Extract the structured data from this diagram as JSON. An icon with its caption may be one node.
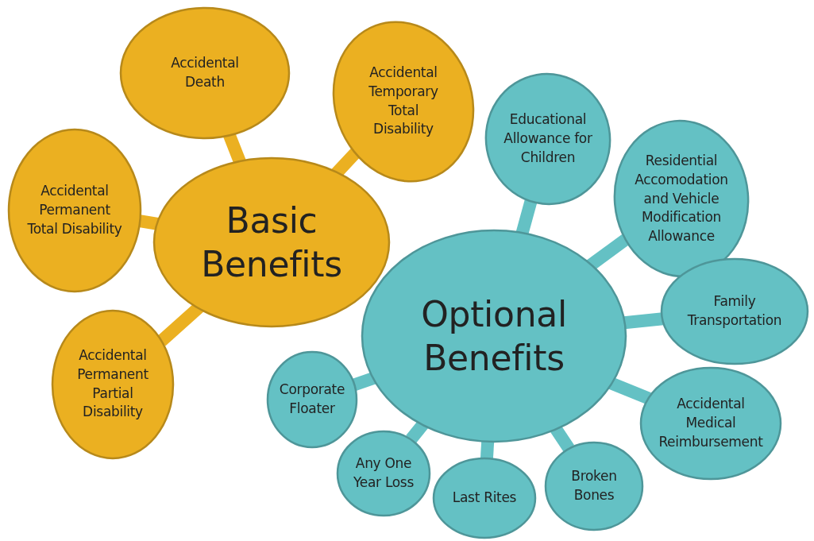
{
  "diagram": {
    "nodes": [
      {
        "text": [
          "Basic Benefits"
        ]
      },
      {
        "text": [
          "Accidental Death"
        ]
      },
      {
        "text": [
          "Accidental Temporary Total Disability"
        ]
      },
      {
        "text": [
          "Accidental Permanent Total Disability"
        ]
      },
      {
        "text": [
          "Accidental Permanent Partial Disability"
        ]
      },
      {
        "text": [
          "Optional Benefits"
        ]
      },
      {
        "text": [
          "Educational Allowance for Children"
        ]
      },
      {
        "text": [
          "Residential Accomodation and Vehicle Modification Allowance"
        ]
      },
      {
        "text": [
          "Family Transportation"
        ]
      },
      {
        "text": [
          "Accidental Medical Reimbursement"
        ]
      },
      {
        "text": [
          "Corporate Floater"
        ]
      },
      {
        "text": [
          "Any One Year Loss"
        ]
      },
      {
        "text": [
          "Last Rites"
        ]
      },
      {
        "text": [
          "Broken Bones"
        ]
      }
    ],
    "edges": [
      {
        "from": 0,
        "to": 1,
        "arrow": "none",
        "color": "#ebb021"
      },
      {
        "from": 0,
        "to": 2,
        "arrow": "none",
        "color": "#ebb021"
      },
      {
        "from": 0,
        "to": 3,
        "arrow": "none",
        "color": "#ebb021"
      },
      {
        "from": 0,
        "to": 4,
        "arrow": "none",
        "color": "#ebb021"
      },
      {
        "from": 5,
        "to": 6,
        "arrow": "none"
      },
      {
        "from": 5,
        "to": 7,
        "arrow": "none"
      },
      {
        "from": 5,
        "to": 8,
        "arrow": "none"
      },
      {
        "from": 5,
        "to": 9,
        "arrow": "none"
      },
      {
        "from": 5,
        "to": 10,
        "arrow": "none"
      },
      {
        "from": 5,
        "to": 11,
        "arrow": "none"
      },
      {
        "from": 5,
        "to": 12,
        "arrow": "none"
      },
      {
        "from": 5,
        "to": 13,
        "arrow": "none"
      }
    ]
  }
}
